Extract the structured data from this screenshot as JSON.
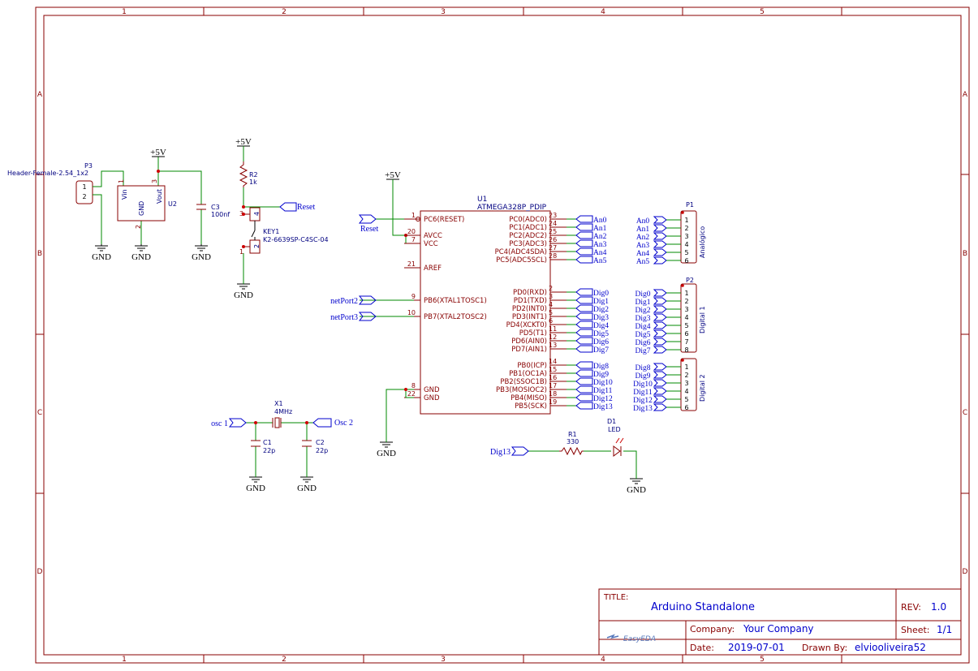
{
  "frame": {
    "cols": [
      "1",
      "2",
      "3",
      "4",
      "5"
    ],
    "rows": [
      "A",
      "B",
      "C",
      "D"
    ]
  },
  "titleblock": {
    "title_label": "TITLE:",
    "title": "Arduino Standalone",
    "rev_label": "REV:",
    "rev": "1.0",
    "company_label": "Company:",
    "company": "Your Company",
    "sheet_label": "Sheet:",
    "sheet": "1/1",
    "date_label": "Date:",
    "date": "2019-07-01",
    "drawn_label": "Drawn By:",
    "drawn_by": "elviooliveira52",
    "logo_text": "EasyEDA"
  },
  "power": {
    "v5": "+5V",
    "gnd": "GND"
  },
  "header_p3": {
    "ref": "P3",
    "value": "Header-Female-2.54_1x2",
    "pins": [
      "1",
      "2"
    ]
  },
  "regulator_u2": {
    "ref": "U2",
    "pin_vin": "Vin",
    "pin_gnd": "GND",
    "pin_vout": "Vout",
    "pin_nums": [
      "1",
      "2",
      "3"
    ]
  },
  "c3": {
    "ref": "C3",
    "value": "100nf"
  },
  "r2": {
    "ref": "R2",
    "value": "1k"
  },
  "key1": {
    "ref": "KEY1",
    "value": "K2-6639SP-C4SC-04",
    "pins": [
      "3",
      "4",
      "1",
      "2"
    ]
  },
  "reset_net": "Reset",
  "mcu": {
    "ref": "U1",
    "value": "ATMEGA328P_PDIP",
    "left_pins": [
      {
        "num": "1",
        "name": "PC6(RESET)"
      },
      {
        "num": "20",
        "name": "AVCC"
      },
      {
        "num": "7",
        "name": "VCC"
      },
      {
        "num": "21",
        "name": "AREF"
      },
      {
        "num": "9",
        "name": "PB6(XTAL1TOSC1)"
      },
      {
        "num": "10",
        "name": "PB7(XTAL2TOSC2)"
      },
      {
        "num": "8",
        "name": "GND"
      },
      {
        "num": "22",
        "name": "GND"
      }
    ],
    "right_pins": [
      {
        "num": "23",
        "name": "PC0(ADC0)",
        "net": "An0"
      },
      {
        "num": "24",
        "name": "PC1(ADC1)",
        "net": "An1"
      },
      {
        "num": "25",
        "name": "PC2(ADC2)",
        "net": "An2"
      },
      {
        "num": "26",
        "name": "PC3(ADC3)",
        "net": "An3"
      },
      {
        "num": "27",
        "name": "PC4(ADC4SDA)",
        "net": "An4"
      },
      {
        "num": "28",
        "name": "PC5(ADC5SCL)",
        "net": "An5"
      },
      {
        "num": "2",
        "name": "PD0(RXD)",
        "net": "Dig0"
      },
      {
        "num": "3",
        "name": "PD1(TXD)",
        "net": "Dig1"
      },
      {
        "num": "4",
        "name": "PD2(INT0)",
        "net": "Dig2"
      },
      {
        "num": "5",
        "name": "PD3(INT1)",
        "net": "Dig3"
      },
      {
        "num": "6",
        "name": "PD4(XCKT0)",
        "net": "Dig4"
      },
      {
        "num": "11",
        "name": "PD5(T1)",
        "net": "Dig5"
      },
      {
        "num": "12",
        "name": "PD6(AIN0)",
        "net": "Dig6"
      },
      {
        "num": "13",
        "name": "PD7(AIN1)",
        "net": "Dig7"
      },
      {
        "num": "14",
        "name": "PB0(ICP)",
        "net": "Dig8"
      },
      {
        "num": "15",
        "name": "PB1(OC1A)",
        "net": "Dig9"
      },
      {
        "num": "16",
        "name": "PB2(SSOC1B)",
        "net": "Dig10"
      },
      {
        "num": "17",
        "name": "PB3(MOSIOC2)",
        "net": "Dig11"
      },
      {
        "num": "18",
        "name": "PB4(MISO)",
        "net": "Dig12"
      },
      {
        "num": "19",
        "name": "PB5(SCK)",
        "net": "Dig13"
      }
    ]
  },
  "net_ports": {
    "port2": "netPort2",
    "port3": "netPort3",
    "osc1": "osc 1",
    "osc2": "Osc 2",
    "dig13": "Dig13"
  },
  "crystal": {
    "ref": "X1",
    "value": "4MHz"
  },
  "c1": {
    "ref": "C1",
    "value": "22p"
  },
  "c2": {
    "ref": "C2",
    "value": "22p"
  },
  "r1": {
    "ref": "R1",
    "value": "330"
  },
  "d1": {
    "ref": "D1",
    "value": "LED"
  },
  "p1": {
    "ref": "P1",
    "label": "Analógico",
    "nets": [
      "An0",
      "An1",
      "An2",
      "An3",
      "An4",
      "An5"
    ],
    "pins": [
      "1",
      "2",
      "3",
      "4",
      "5",
      "6"
    ]
  },
  "p2a": {
    "ref": "P2",
    "label": "Digital 1",
    "nets": [
      "Dig0",
      "Dig1",
      "Dig2",
      "Dig3",
      "Dig4",
      "Dig5",
      "Dig6",
      "Dig7"
    ],
    "pins": [
      "1",
      "2",
      "3",
      "4",
      "5",
      "6",
      "7",
      "8"
    ]
  },
  "p2b": {
    "label": "Digital 2",
    "nets": [
      "Dig8",
      "Dig9",
      "Dig10",
      "Dig11",
      "Dig12",
      "Dig13"
    ],
    "pins": [
      "1",
      "2",
      "3",
      "4",
      "5",
      "6"
    ]
  },
  "colors": {
    "border": "#880000",
    "wire": "#008800",
    "label_blue": "#0000cc",
    "junction": "#cc0000",
    "black": "#000000"
  }
}
